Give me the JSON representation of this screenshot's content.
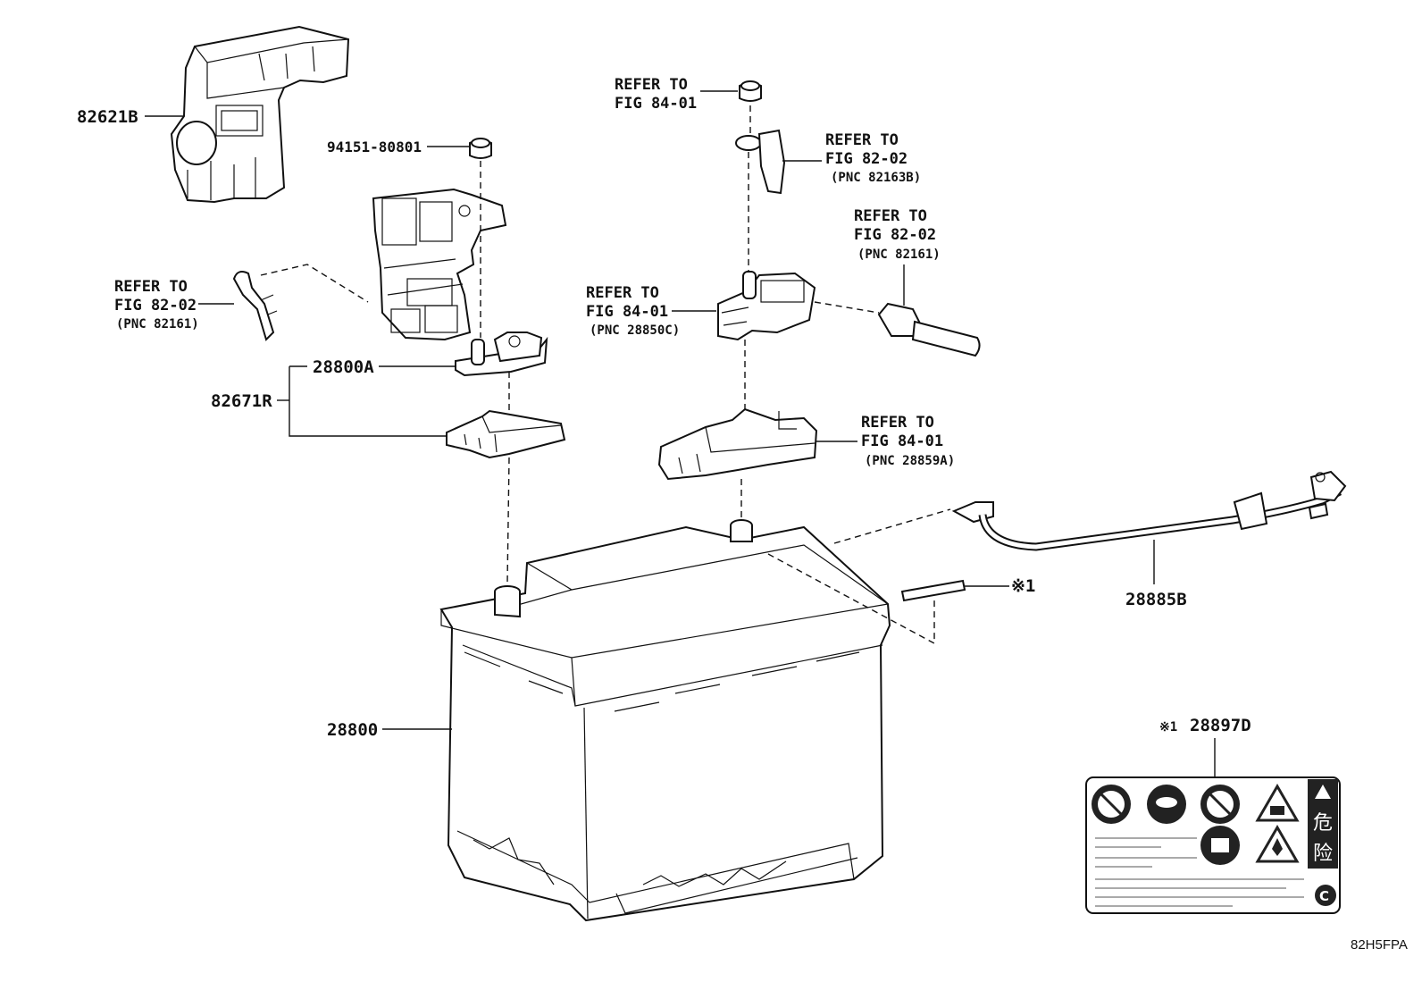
{
  "labels": {
    "p82621B": "82621B",
    "p94151": "94151-80801",
    "p28800A": "28800A",
    "p82671R": "82671R",
    "p28800": "28800",
    "p28885B": "28885B",
    "p28897D_mark": "※1",
    "p28897D": "28897D",
    "note_mark": "※1",
    "figure_code": "82H5FPA"
  },
  "refs": {
    "left_cable": {
      "line1": "REFER TO",
      "line2": "FIG 82-02",
      "pnc": "(PNC 82161)"
    },
    "top_nut": {
      "line1": "REFER TO",
      "line2": "FIG 84-01"
    },
    "top_cable": {
      "line1": "REFER TO",
      "line2": "FIG 82-02",
      "pnc": "(PNC 82163B)"
    },
    "right_cable": {
      "line1": "REFER TO",
      "line2": "FIG 82-02",
      "pnc": "(PNC 82161)"
    },
    "terminal": {
      "line1": "REFER TO",
      "line2": "FIG 84-01",
      "pnc": "(PNC 28850C)"
    },
    "cover": {
      "line1": "REFER TO",
      "line2": "FIG 84-01",
      "pnc": "(PNC 28859A)"
    }
  },
  "caution_label": {
    "kanji_top": "危",
    "kanji_bottom": "险",
    "corner_symbol": "C"
  }
}
